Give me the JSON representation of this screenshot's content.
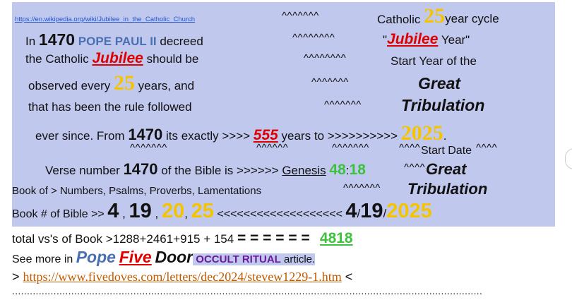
{
  "source_link": "https://en.wikipedia.org/wiki/Jubilee_in_the_Catholic_Church",
  "carets": {
    "c1": "^^^^^^^",
    "c2": "^^^^^^^^",
    "c3": "^^^^^^^^",
    "c4": "^^^^^^^",
    "c5": "^^^^^^^",
    "c6": "^^^^^^^",
    "c7": "^^^^^^",
    "c8": "^^^^^^^",
    "c9": "^^^^",
    "c10": "^^^^",
    "c11": "^^^^",
    "c12": "^^^^^^^"
  },
  "right": {
    "catholic": "Catholic ",
    "num25": "25",
    "year_cycle": "year cycle",
    "quote_open": "\"",
    "jubilee": "Jubilee",
    "year_close": " Year\"",
    "start_year": "Start Year of the",
    "great": "Great",
    "tribulation": "Tribulation",
    "start_date": "Start Date",
    "great2": "Great",
    "tribulation2": "Tribulation"
  },
  "para": {
    "in": "In ",
    "y1470": "1470",
    "pope_paul": " POPE PAUL II",
    "decreed": " decreed",
    "the_catholic": "the Catholic ",
    "jubilee": "Jubilee",
    "should_be": " should be",
    "observed": "observed every ",
    "n25": "25",
    "years_and": " years, and",
    "rule": "that has been the rule followed",
    "ever_since": "ever since. From ",
    "y1470b": "1470",
    "its_exactly": " its exactly >>>> ",
    "n555": "555",
    "years_to": " years to >>>>>>>>>>  ",
    "y2025": "2025",
    "dot": "."
  },
  "verse": {
    "label": "Verse number  ",
    "n1470": "1470",
    "of_bible": "  of the Bible is >>>>>> ",
    "genesis": "Genesis",
    "n48": "48",
    "colon": ":",
    "n18": "18"
  },
  "books": {
    "label": "Book of > Numbers, Psalms, Proverbs, Lamentations",
    "number_label": "Book # of Bible >>  ",
    "n4": "4",
    "sep1": "  , ",
    "n19": "19",
    "sep2": " , ",
    "n20": "20",
    "sep3": ", ",
    "n25": "25",
    "arrows": "  <<<<<<<<<<<<<<<<<<< ",
    "d4": "4",
    "slash1": "/",
    "d19": "19",
    "slash2": "/",
    "d2025": "2025"
  },
  "totals": {
    "label": "total vs's of Book >1288+2461+915 + 154  ",
    "equals": "= = = = = =",
    "sum": "4818"
  },
  "see_more": {
    "prefix": "See more in  ",
    "pope": "Pope",
    "five": "Five",
    "door": "Door",
    "occult": " OCCULT RITUAL",
    "article": " article."
  },
  "link_line": {
    "open": "> ",
    "url": "https://www.fivedoves.com/letters/dec2024/stevew1229-1.htm",
    "close": " <"
  },
  "dots": "..............................................................................................................................................................."
}
